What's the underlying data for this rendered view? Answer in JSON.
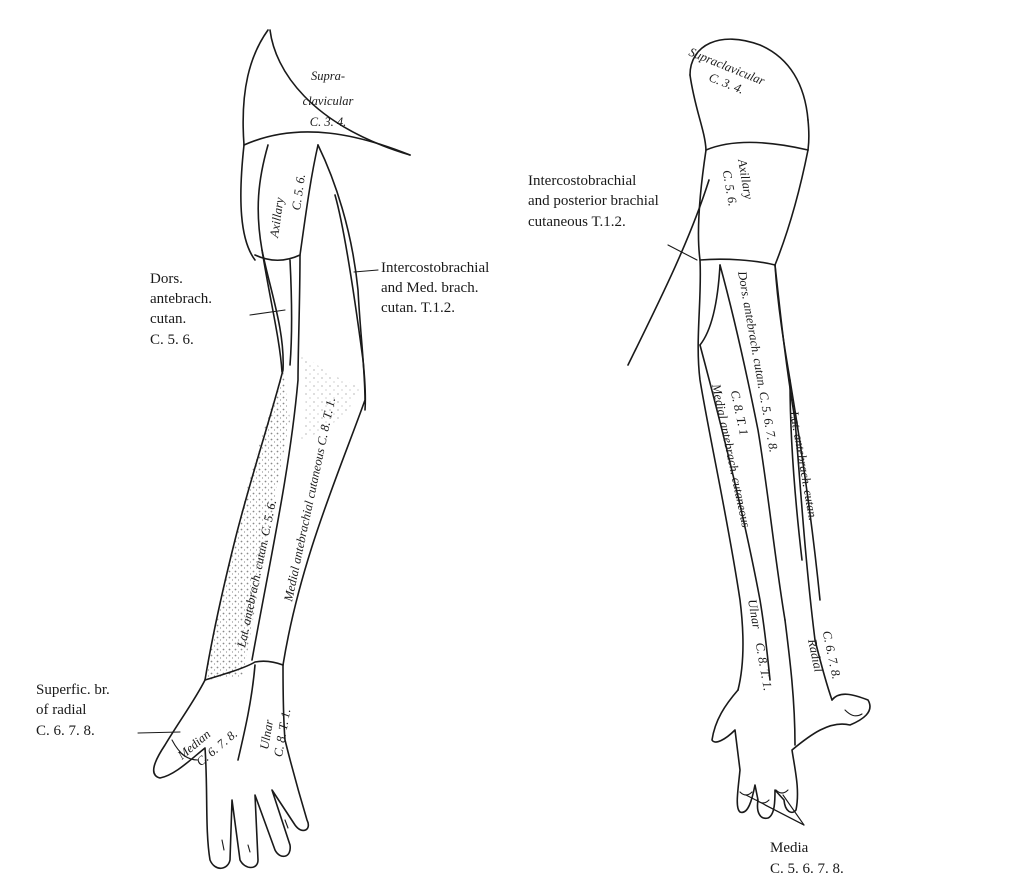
{
  "left_arm": {
    "supraclavicular": {
      "line1": "Supra-",
      "line2": "clavicular",
      "line3": "C. 3. 4."
    },
    "axillary": {
      "name": "Axillary",
      "roots": "C. 5. 6."
    },
    "dors_antebrach": {
      "line1": "Dors.",
      "line2": "antebrach.",
      "line3": "cutan.",
      "line4": "C. 5. 6."
    },
    "intercostobrachial_med": {
      "line1": "Intercostobrachial",
      "line2": "and Med. brach.",
      "line3": "cutan. T.1.2."
    },
    "lat_antebrach": "Lat. antebrach. cutan. C. 5. 6.",
    "medial_antebrach": "Medial antebrachial cutaneous C. 8. T. 1.",
    "superfic_radial": {
      "line1": "Superfic. br.",
      "line2": "of radial",
      "line3": "C. 6. 7. 8."
    },
    "median": {
      "name": "Median",
      "roots": "C. 6. 7. 8."
    },
    "ulnar": {
      "name": "Ulnar",
      "roots": "C. 8. T. 1."
    }
  },
  "right_arm": {
    "supraclavicular": {
      "line1": "Supraclavicular",
      "line2": "C. 3. 4."
    },
    "intercostobrachial_post": {
      "line1": "Intercostobrachial",
      "line2": "and posterior brachial",
      "line3": "cutaneous T.1.2."
    },
    "axillary": {
      "name": "Axillary",
      "roots": "C. 5. 6."
    },
    "dors_antebrach": "Dors. antebrach. cutan. C. 5. 6. 7. 8.",
    "medial_antebrach": {
      "line1": "Medial antebrach. cutaneous",
      "line2": "C. 8. T. 1"
    },
    "lat_antebrach": "Lat. antebrach. cutan.",
    "ulnar": {
      "name": "Ulnar",
      "roots": "C. 8. T. 1."
    },
    "radial": {
      "name": "Radial",
      "roots": "C. 6. 7. 8."
    },
    "media": {
      "line1": "Media",
      "line2": "C. 5. 6. 7. 8."
    }
  }
}
